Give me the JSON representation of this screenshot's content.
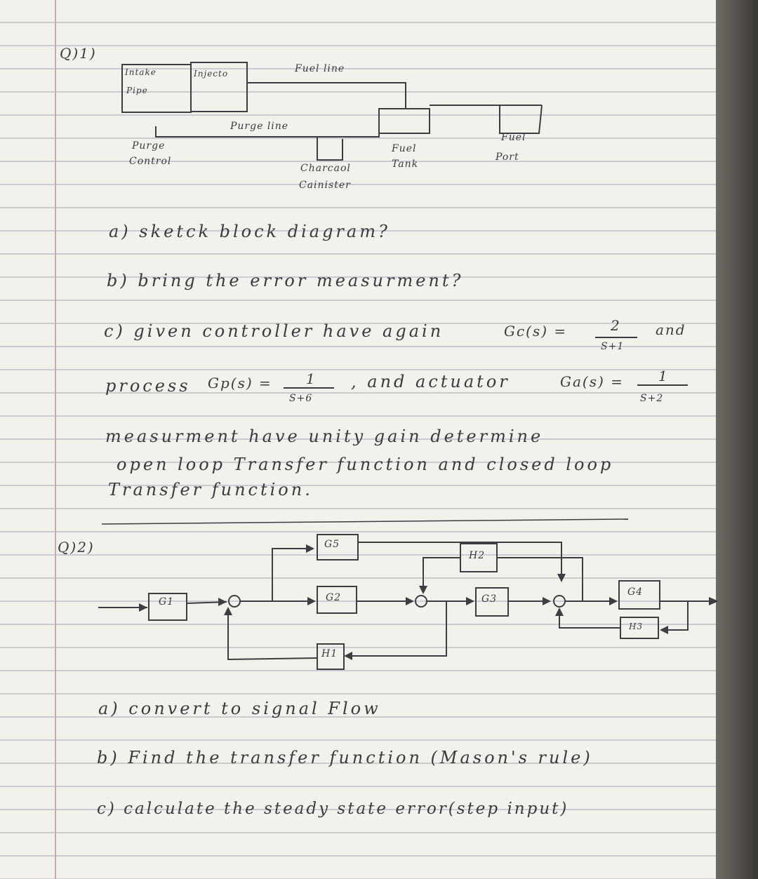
{
  "q1": {
    "label": "Q)1)",
    "diagram": {
      "intake_pipe_1": "Intake",
      "intake_pipe_2": "Pipe",
      "injector": "Injecto",
      "fuel_line": "Fuel line",
      "purge_line": "Purge line",
      "purge_control_1": "Purge",
      "purge_control_2": "Control",
      "charcoal_1": "Charcaol",
      "charcoal_2": "Cainister",
      "fuel_tank_1": "Fuel",
      "fuel_tank_2": "Tank",
      "fuel_port_1": "Fuel",
      "fuel_port_2": "Port"
    },
    "part_a": "a) sketck block diagram?",
    "part_b": "b) bring the error measurment?",
    "part_c_line1_a": "c) given controller have again",
    "gc_label": "Gc(s) =",
    "gc_num": "2",
    "gc_den": "S+1",
    "and1": "and",
    "process_label": "process",
    "gp_label": "Gp(s) =",
    "gp_num": "1",
    "gp_den": "S+6",
    "actuator_text": ", and actuator",
    "ga_label": "Ga(s) =",
    "ga_num": "1",
    "ga_den": "S+2",
    "line4": "measurment have unity gain determine",
    "line5": "open loop Transfer function and closed loop",
    "line6": "Transfer function."
  },
  "q2": {
    "label": "Q)2)",
    "blocks": {
      "g1": "G1",
      "g2": "G2",
      "g3": "G3",
      "g4": "G4",
      "g5": "G5",
      "h1": "H1",
      "h2": "H2",
      "h3": "H3"
    },
    "part_a": "a) convert to signal Flow",
    "part_b": "b) Find the transfer function (Mason's rule)",
    "part_c": "c) calculate the steady state error(step input)"
  }
}
